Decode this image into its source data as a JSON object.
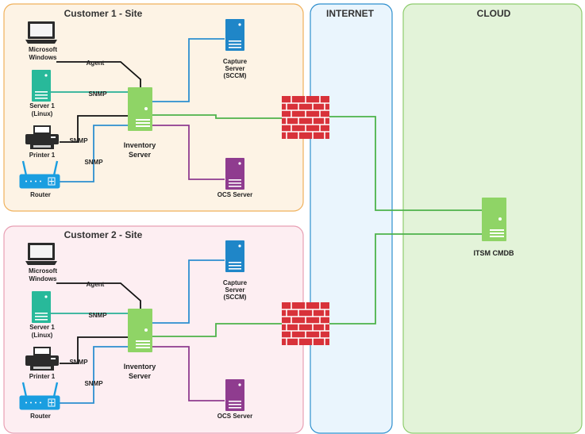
{
  "zones": {
    "site1": "Customer 1 - Site",
    "site2": "Customer 2 - Site",
    "internet": "INTERNET",
    "cloud": "CLOUD"
  },
  "site1": {
    "windows": [
      "Microsoft",
      "Windows"
    ],
    "agent": "Agent",
    "server1": [
      "Server 1",
      "(Linux)"
    ],
    "snmp_server": "SNMP",
    "printer": "Printer 1",
    "snmp_printer": "SNMP",
    "snmp_router": "SNMP",
    "router": "Router",
    "inventory": [
      "Inventory",
      "Server"
    ],
    "capture": [
      "Capture",
      "Server",
      "(SCCM)"
    ],
    "ocs": "OCS Server"
  },
  "site2": {
    "windows": [
      "Microsoft",
      "Windows"
    ],
    "agent": "Agent",
    "server1": [
      "Server 1",
      "(Linux)"
    ],
    "snmp_server": "SNMP",
    "printer": "Printer 1",
    "snmp_printer": "SNMP",
    "snmp_router": "SNMP",
    "router": "Router",
    "inventory": [
      "Inventory",
      "Server"
    ],
    "capture": [
      "Capture",
      "Server",
      "(SCCM)"
    ],
    "ocs": "OCS Server"
  },
  "cloud": {
    "itsm": "ITSM CMDB"
  },
  "colors": {
    "site1_fill": "#fdf3e5",
    "site1_stroke": "#f0b15c",
    "site2_fill": "#fdeef2",
    "site2_stroke": "#e8a0b4",
    "internet_fill": "#eaf5fd",
    "internet_stroke": "#2e8fce",
    "cloud_fill": "#e3f3d9",
    "cloud_stroke": "#8fcc6e",
    "green_server": "#8fd466",
    "blue_server": "#1f86c8",
    "purple_server": "#8f3c8f",
    "teal_server": "#28b99a",
    "router": "#1a9ee0",
    "firewall": "#d8323a",
    "link_green": "#4db34a",
    "link_blue": "#2d8fd0",
    "link_purple": "#8f3c8f",
    "link_teal": "#27b096",
    "link_black": "#111111"
  }
}
